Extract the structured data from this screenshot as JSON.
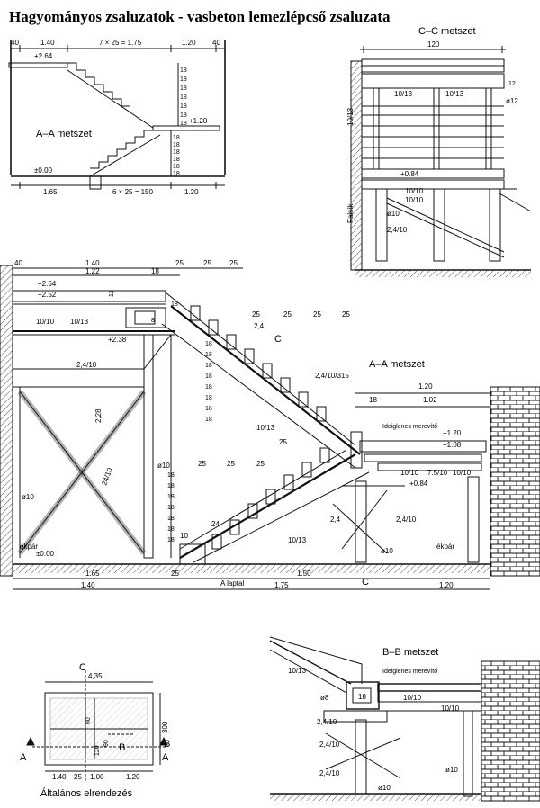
{
  "title": "Hagyományos zsaluzatok - vasbeton lemezlépcső zsaluzata",
  "top_left": {
    "section": "A–A  metszet",
    "dims_top": [
      "40",
      "1.40",
      "7 × 25 = 1.75",
      "1.20",
      "40"
    ],
    "dims_bottom": [
      "1.65",
      "6 × 25 = 150",
      "1.20"
    ],
    "levels": [
      "+2.64",
      "+1.20",
      "±0.00"
    ],
    "riser_top": [
      "18",
      "18",
      "18",
      "18",
      "18",
      "18",
      "18"
    ],
    "riser_bot": [
      "18",
      "18",
      "18",
      "18",
      "18",
      "18"
    ]
  },
  "top_right": {
    "section": "C–C  metszet",
    "width": "120",
    "falsik": "Falsík",
    "level": "+0.84",
    "labels": [
      "10/13",
      "10/13",
      "10/13",
      "10/10",
      "10/10",
      "ø10",
      "2,4/10",
      "ø12",
      "12"
    ]
  },
  "main": {
    "section": "A–A  metszet",
    "dims_top": [
      "40",
      "1.40",
      "25",
      "25",
      "25"
    ],
    "dims_top2": [
      "1.22",
      "18"
    ],
    "dims_mid": [
      "25",
      "25",
      "25",
      "25"
    ],
    "dims_low": [
      "25",
      "25",
      "25"
    ],
    "dims_right": [
      "1.20",
      "18",
      "1.02"
    ],
    "dims_bottom1": [
      "1.65",
      "25",
      "1.50"
    ],
    "dims_bottom2": [
      "1.40",
      "1.75",
      "1.20"
    ],
    "levels": [
      "+2.64",
      "+2.52",
      "+2.38",
      "+1.20",
      "+1.08",
      "±0.00",
      "+0.84"
    ],
    "labels": {
      "beam_10_10_top": "10/10",
      "beam_10_13_top": "10/13",
      "brace_top": "2,4/10",
      "height": "2,28",
      "cross_brace": "24/10",
      "phi10_left": "ø10",
      "ekpar_left": "ékpár",
      "stringer_1": "2,4",
      "stringer_2": "2,4/10/315",
      "beam_10_13_mid": "10/13",
      "temp_brace": "Ideiglenes merevítő",
      "beam_10_10_r": "10/10",
      "beam_75_10": "7.5/10",
      "beam_10_10_r2": "10/10",
      "stringer_low": "2,4",
      "beam_10_13_low": "10/13",
      "brace_24_10_r": "2,4/10",
      "phi10_mid": "ø10",
      "phi10_right": "ø10",
      "ekpar_right": "ékpár",
      "alaptal": "A laptal",
      "c_mark_top": "C",
      "c_mark_bottom": "C",
      "num_8": "8",
      "num_12": "12",
      "num_10": "10",
      "num_24": "24",
      "risers_upper": [
        "18",
        "18",
        "18",
        "18",
        "18",
        "18",
        "18",
        "18",
        "18"
      ],
      "risers_lower": [
        "18",
        "18",
        "18",
        "18",
        "18",
        "18",
        "18"
      ]
    }
  },
  "plan": {
    "c_top": "C",
    "width": "4,35",
    "height": "300",
    "dims": [
      "1.40",
      "25",
      "1.00",
      "1.20"
    ],
    "inner": [
      "60",
      "120",
      "90"
    ],
    "a_left": "A",
    "a_right": "A",
    "b_left": "B",
    "b_right": "B",
    "caption": "Általános elrendezés"
  },
  "bb": {
    "section": "B–B  metszet",
    "labels": [
      "10/13",
      "Ideiglenes merevítő",
      "18",
      "ø8",
      "10/10",
      "10/10",
      "2,4/10",
      "2,4/10",
      "2,4/10",
      "ø10",
      "ø10"
    ]
  }
}
